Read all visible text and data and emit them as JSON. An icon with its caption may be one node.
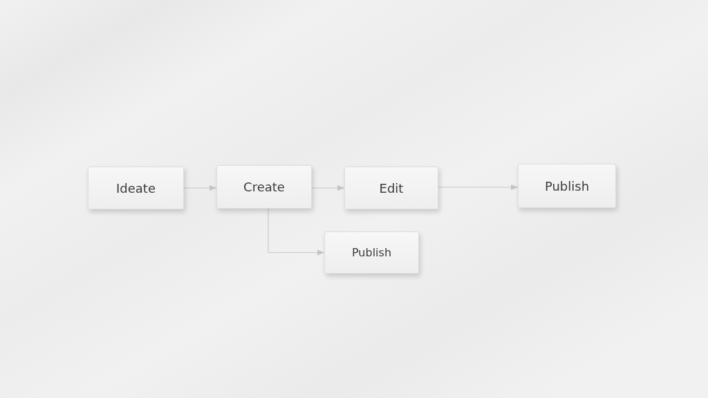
{
  "diagram": {
    "nodes": [
      {
        "text": [
          "Ideate"
        ]
      },
      {
        "text": [
          "Create"
        ]
      },
      {
        "text": [
          "Edit"
        ]
      },
      {
        "text": [
          "Publish"
        ]
      },
      {
        "text": [
          "Publish"
        ]
      }
    ],
    "edges": [
      {
        "from": 0,
        "to": 1,
        "arrow": "to"
      },
      {
        "from": 1,
        "to": 2,
        "arrow": "to"
      },
      {
        "from": 2,
        "to": 3,
        "arrow": "to"
      },
      {
        "from": 1,
        "to": 4,
        "arrow": "to"
      }
    ]
  }
}
